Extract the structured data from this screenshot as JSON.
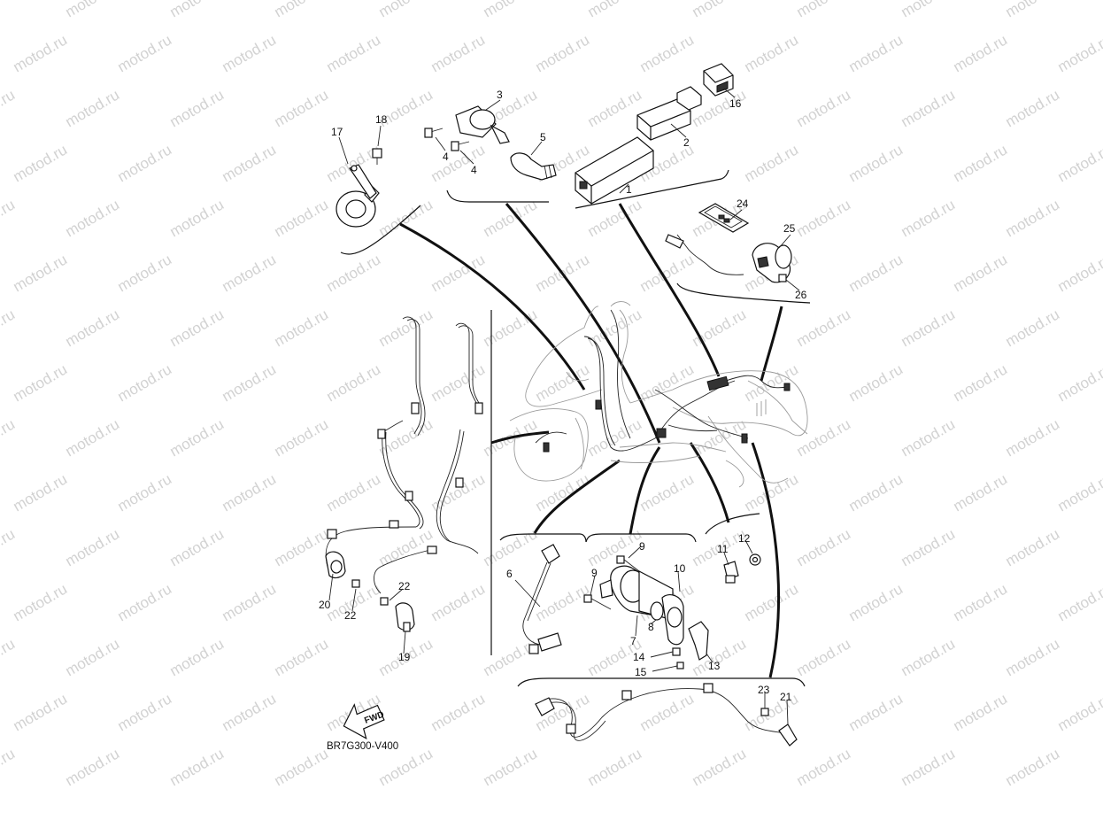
{
  "diagram": {
    "watermark_text": "motod.ru",
    "drawing_code": "BR7G300-V400",
    "fwd_label": "FWD",
    "callouts": [
      {
        "id": "c1",
        "label": "1"
      },
      {
        "id": "c2",
        "label": "2"
      },
      {
        "id": "c3",
        "label": "3"
      },
      {
        "id": "c4a",
        "label": "4"
      },
      {
        "id": "c4b",
        "label": "4"
      },
      {
        "id": "c5",
        "label": "5"
      },
      {
        "id": "c6",
        "label": "6"
      },
      {
        "id": "c7",
        "label": "7"
      },
      {
        "id": "c8",
        "label": "8"
      },
      {
        "id": "c9a",
        "label": "9"
      },
      {
        "id": "c9b",
        "label": "9"
      },
      {
        "id": "c10",
        "label": "10"
      },
      {
        "id": "c11",
        "label": "11"
      },
      {
        "id": "c12",
        "label": "12"
      },
      {
        "id": "c13",
        "label": "13"
      },
      {
        "id": "c14",
        "label": "14"
      },
      {
        "id": "c15",
        "label": "15"
      },
      {
        "id": "c16",
        "label": "16"
      },
      {
        "id": "c17",
        "label": "17"
      },
      {
        "id": "c18",
        "label": "18"
      },
      {
        "id": "c19",
        "label": "19"
      },
      {
        "id": "c20",
        "label": "20"
      },
      {
        "id": "c21",
        "label": "21"
      },
      {
        "id": "c22a",
        "label": "22"
      },
      {
        "id": "c22b",
        "label": "22"
      },
      {
        "id": "c23",
        "label": "23"
      },
      {
        "id": "c24",
        "label": "24"
      },
      {
        "id": "c25",
        "label": "25"
      },
      {
        "id": "c26",
        "label": "26"
      }
    ]
  }
}
